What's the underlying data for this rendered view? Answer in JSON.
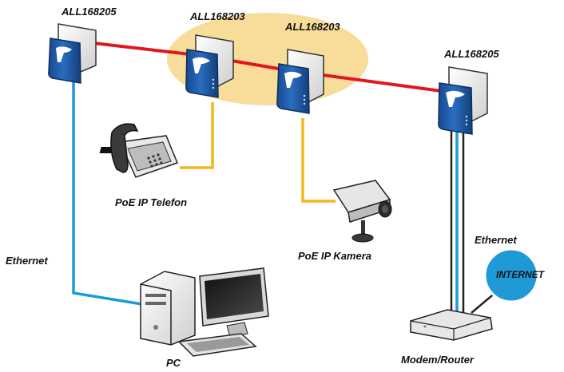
{
  "devices": {
    "adapter_left": {
      "label": "ALL168205"
    },
    "adapter_mid_left": {
      "label": "ALL168203"
    },
    "adapter_mid_right": {
      "label": "ALL168203"
    },
    "adapter_right": {
      "label": "ALL168205"
    }
  },
  "nodes": {
    "phone": {
      "label": "PoE IP Telefon",
      "icon": "ip-phone-icon"
    },
    "camera": {
      "label": "PoE IP Kamera",
      "icon": "ip-camera-icon"
    },
    "pc": {
      "label": "PC",
      "icon": "desktop-pc-icon"
    },
    "router": {
      "label": "Modem/Router",
      "icon": "router-icon"
    },
    "internet": {
      "label": "INTERNET",
      "icon": "internet-cloud-icon"
    }
  },
  "links": {
    "ethernet_left": "Ethernet",
    "ethernet_right": "Ethernet"
  },
  "colors": {
    "powerline": "#e2161f",
    "ethernet": "#1d9ad6",
    "poe": "#f4b61a",
    "highlight": "#f7dc9a",
    "adapter_blue": "#1f5aa6",
    "internet": "#1f9ad6"
  }
}
